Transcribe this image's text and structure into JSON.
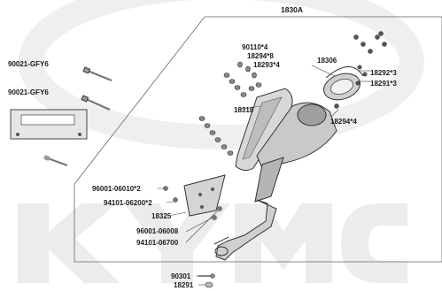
{
  "diagram": {
    "watermark_text": "KYMCO",
    "assembly_label": "1830A",
    "parts": {
      "p90021_upper": "90021-GFY6",
      "p90021_lower": "90021-GFY6",
      "p90110": "90110*4",
      "p18294_upper": "18294*8",
      "p18293": "18293*4",
      "p18306": "18306",
      "p18292": "18292*3",
      "p18291_upper": "18291*3",
      "p18318": "18318",
      "p18294_lower": "18294*4",
      "p96001_06010": "96001-06010*2",
      "p94101_06200": "94101-06200*2",
      "p18325": "18325",
      "p96001_06008": "96001-06008",
      "p94101_06700": "94101-06700",
      "p90301": "90301",
      "p18291_lower": "18291"
    }
  }
}
